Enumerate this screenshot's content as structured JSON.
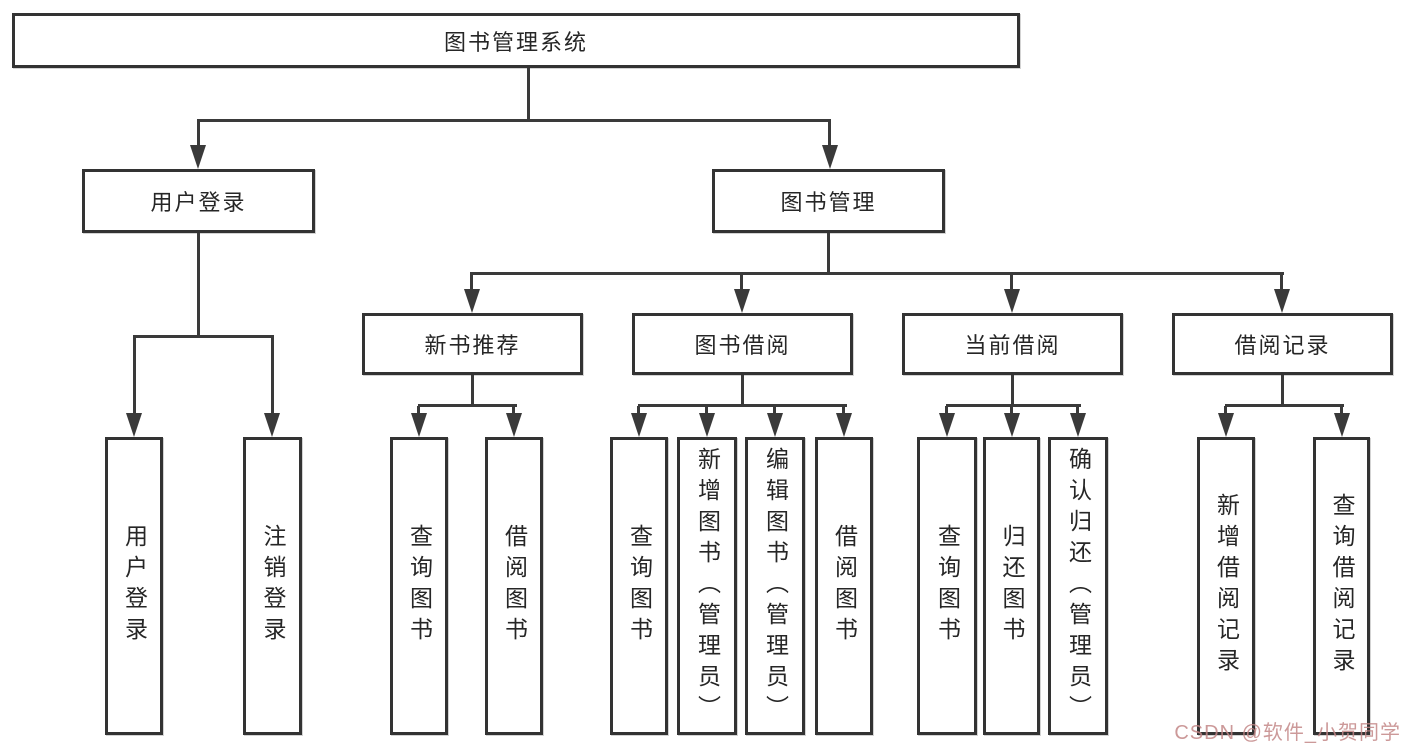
{
  "tree": {
    "root": {
      "label": "图书管理系统"
    },
    "branches": [
      {
        "label": "用户登录",
        "children": [
          {
            "label": "用户登录"
          },
          {
            "label": "注销登录"
          }
        ]
      },
      {
        "label": "图书管理",
        "children": [
          {
            "label": "新书推荐",
            "children": [
              {
                "label": "查询图书"
              },
              {
                "label": "借阅图书"
              }
            ]
          },
          {
            "label": "图书借阅",
            "children": [
              {
                "label": "查询图书"
              },
              {
                "label": "新增图书（管理员）"
              },
              {
                "label": "编辑图书（管理员）"
              },
              {
                "label": "借阅图书"
              }
            ]
          },
          {
            "label": "当前借阅",
            "children": [
              {
                "label": "查询图书"
              },
              {
                "label": "归还图书"
              },
              {
                "label": "确认归还（管理员）"
              }
            ]
          },
          {
            "label": "借阅记录",
            "children": [
              {
                "label": "新增借阅记录"
              },
              {
                "label": "查询借阅记录"
              }
            ]
          }
        ]
      }
    ]
  },
  "watermark": {
    "text": "CSDN @软件_小贺同学",
    "color": "#c38787"
  },
  "colors": {
    "line": "#3a3a3a",
    "box_border": "#333333",
    "text": "#262626",
    "background": "#ffffff"
  }
}
